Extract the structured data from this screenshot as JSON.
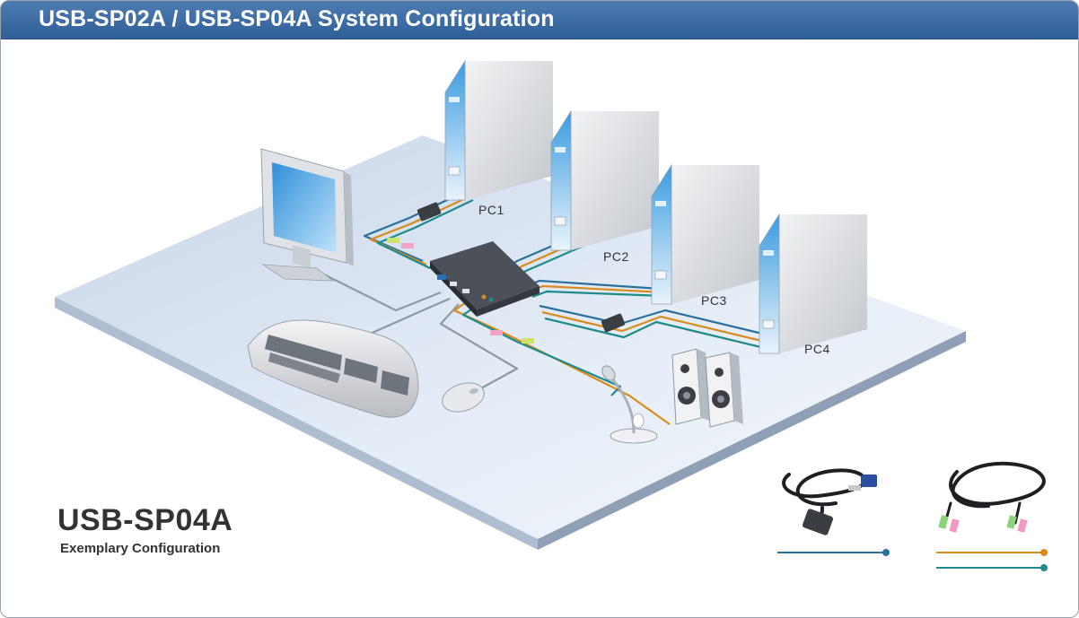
{
  "header": {
    "title": "USB-SP02A / USB-SP04A System Configuration"
  },
  "pcs": [
    {
      "label": "PC1"
    },
    {
      "label": "PC2"
    },
    {
      "label": "PC3"
    },
    {
      "label": "PC4"
    }
  ],
  "caption": {
    "model": "USB-SP04A",
    "subtitle": "Exemplary Configuration"
  },
  "colors": {
    "header": "#3a6aa4",
    "platform": "#d9e3f0",
    "video_cable": "#2b6f9e",
    "audio_cable_orange": "#d88c1e",
    "audio_cable_teal": "#1f8a8a",
    "screen": "#5aa7e0"
  }
}
